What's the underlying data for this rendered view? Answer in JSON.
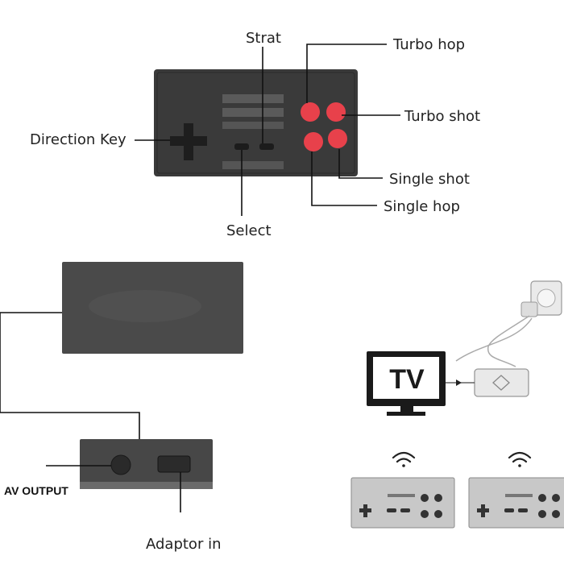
{
  "controller": {
    "labels": {
      "strat": "Strat",
      "turbo_hop": "Turbo hop",
      "turbo_shot": "Turbo shot",
      "direction_key": "Direction Key",
      "single_shot": "Single shot",
      "single_hop": "Single hop",
      "select": "Select"
    }
  },
  "console": {
    "av_output": "AV OUTPUT",
    "adaptor_in": "Adaptor in"
  },
  "setup": {
    "tv_label": "TV"
  },
  "colors": {
    "controller_body": "#3a3a3a",
    "button_red": "#e8414b",
    "console_body": "#4a4a4a",
    "mini_controller": "#c8c8c8"
  }
}
